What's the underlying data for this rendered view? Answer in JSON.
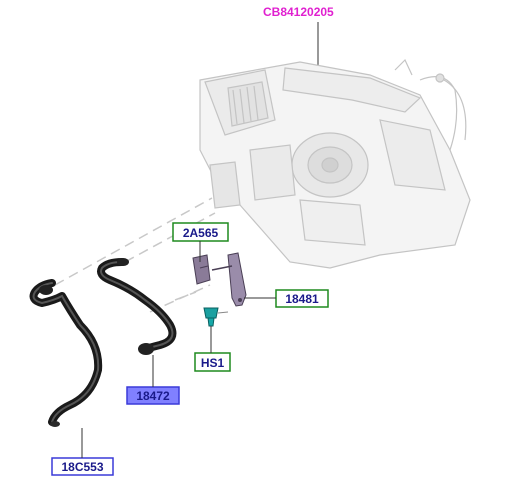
{
  "diagram": {
    "code": "CB84120205",
    "colors": {
      "code_text": "#e020d0",
      "green_box": "#1e8a1e",
      "blue_box": "#3a3ad8",
      "blue_fill": "#8080ff",
      "hose": "#1a1a1a",
      "ghost_line": "#c8c8c8",
      "bracket": "#7a6a8a",
      "clip": "#1aa0a0"
    },
    "callouts": [
      {
        "id": "2A565",
        "label": "2A565",
        "style": "green"
      },
      {
        "id": "18481",
        "label": "18481",
        "style": "green"
      },
      {
        "id": "HS1",
        "label": "HS1",
        "style": "green"
      },
      {
        "id": "18472",
        "label": "18472",
        "style": "blue-filled"
      },
      {
        "id": "18C553",
        "label": "18C553",
        "style": "blue"
      }
    ]
  }
}
